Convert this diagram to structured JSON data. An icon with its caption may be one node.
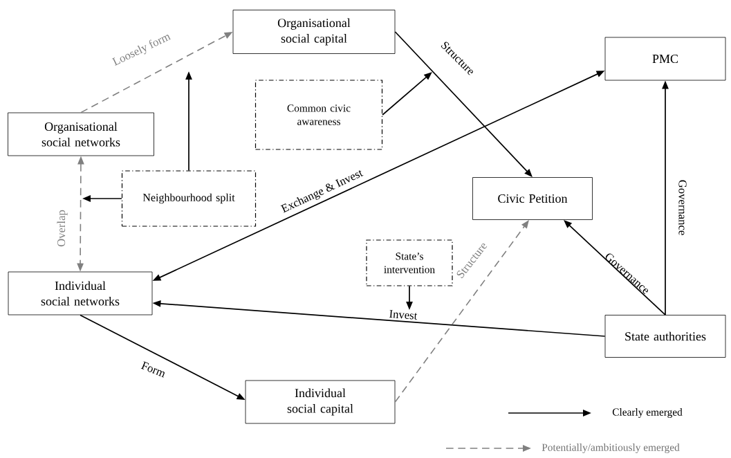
{
  "diagram": {
    "nodes": [
      {
        "text": [
          "Organisational social capital"
        ]
      },
      {
        "text": [
          "PMC"
        ]
      },
      {
        "text": [
          "Organisational social networks"
        ]
      },
      {
        "text": [
          "Common civic awareness"
        ]
      },
      {
        "text": [
          "Neighbourhood split"
        ]
      },
      {
        "text": [
          "Civic Petition"
        ]
      },
      {
        "text": [
          "State’s intervention"
        ]
      },
      {
        "text": [
          "Individual social networks"
        ]
      },
      {
        "text": [
          "State authorities"
        ]
      },
      {
        "text": [
          "Individual social capital"
        ]
      }
    ],
    "edges": [
      {
        "from": 2,
        "to": 0,
        "arrow": "to",
        "label": "Loosely form",
        "style": "dashed",
        "color": "#808080"
      },
      {
        "from": 2,
        "to": 7,
        "arrow": "both",
        "label": "Overlap",
        "style": "dashed",
        "color": "#808080"
      },
      {
        "from": 4,
        "to": null,
        "arrow": "to"
      },
      {
        "from": 4,
        "to": null,
        "arrow": "to"
      },
      {
        "from": 3,
        "to": null,
        "arrow": "to"
      },
      {
        "from": 0,
        "to": 5,
        "arrow": "to",
        "label": "Structure"
      },
      {
        "from": 7,
        "to": 1,
        "arrow": "both",
        "label": "Exchange & Invest"
      },
      {
        "from": 6,
        "to": null,
        "arrow": "to"
      },
      {
        "from": 8,
        "to": 7,
        "arrow": "to",
        "label": "Invest"
      },
      {
        "from": 8,
        "to": 5,
        "arrow": "to",
        "label": "Governance"
      },
      {
        "from": 8,
        "to": 1,
        "arrow": "to",
        "label": "Governance"
      },
      {
        "from": 7,
        "to": 9,
        "arrow": "to",
        "label": "Form"
      },
      {
        "from": 9,
        "to": 5,
        "arrow": "to",
        "label": "Structure",
        "style": "dashed",
        "color": "#808080"
      }
    ],
    "legend": [
      {
        "text": "Clearly emerged"
      },
      {
        "text": "Potentially/ambitiously emerged"
      }
    ]
  }
}
